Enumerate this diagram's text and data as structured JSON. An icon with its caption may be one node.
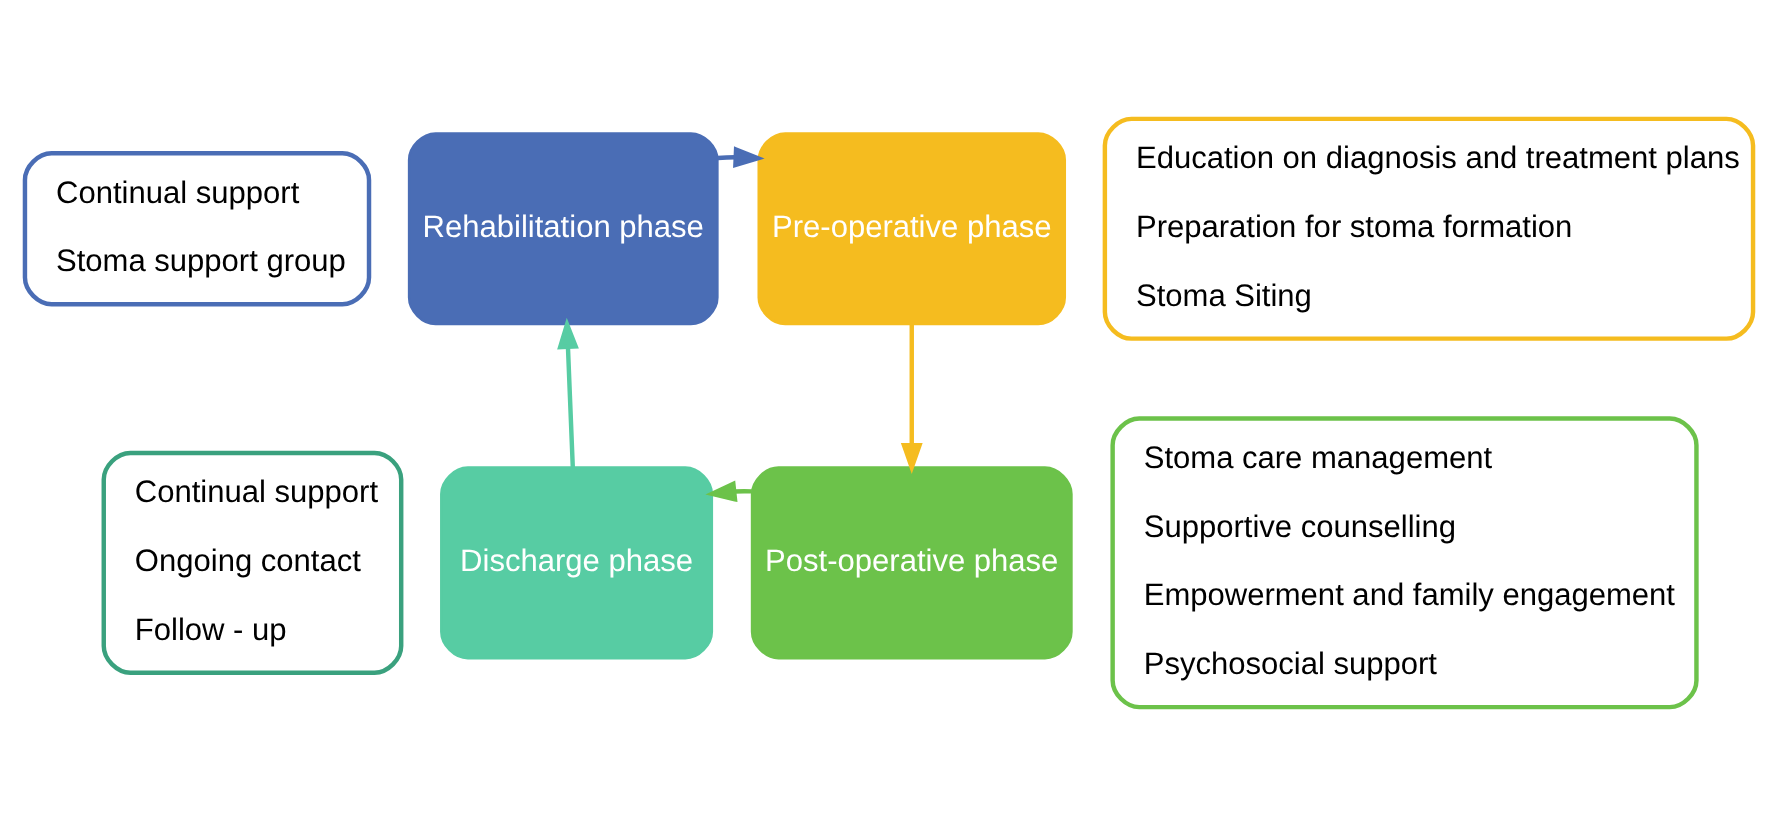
{
  "diagram": {
    "nodes": [
      {
        "text": [
          "Continual support",
          "Stoma support group"
        ]
      },
      {
        "text": [
          "Rehabilitation phase"
        ]
      },
      {
        "text": [
          "Pre-operative phase"
        ]
      },
      {
        "text": [
          "Education on diagnosis and treatment plans",
          "Preparation for stoma formation",
          "Stoma Siting"
        ]
      },
      {
        "text": [
          "Continual support",
          "Ongoing contact",
          "Follow - up"
        ]
      },
      {
        "text": [
          "Discharge phase"
        ]
      },
      {
        "text": [
          "Post-operative phase"
        ]
      },
      {
        "text": [
          "Stoma care management",
          "Supportive counselling",
          "Empowerment and family engagement",
          "Psychosocial support"
        ]
      }
    ],
    "edges": [
      {
        "from": 1,
        "to": 2,
        "arrow": "to",
        "color": "#4a6db5"
      },
      {
        "from": 2,
        "to": 6,
        "arrow": "to",
        "color": "#f5bc1f"
      },
      {
        "from": 6,
        "to": 5,
        "arrow": "to",
        "color": "#6cc24a"
      },
      {
        "from": 5,
        "to": 1,
        "arrow": "to",
        "color": "#57cca3"
      }
    ]
  }
}
